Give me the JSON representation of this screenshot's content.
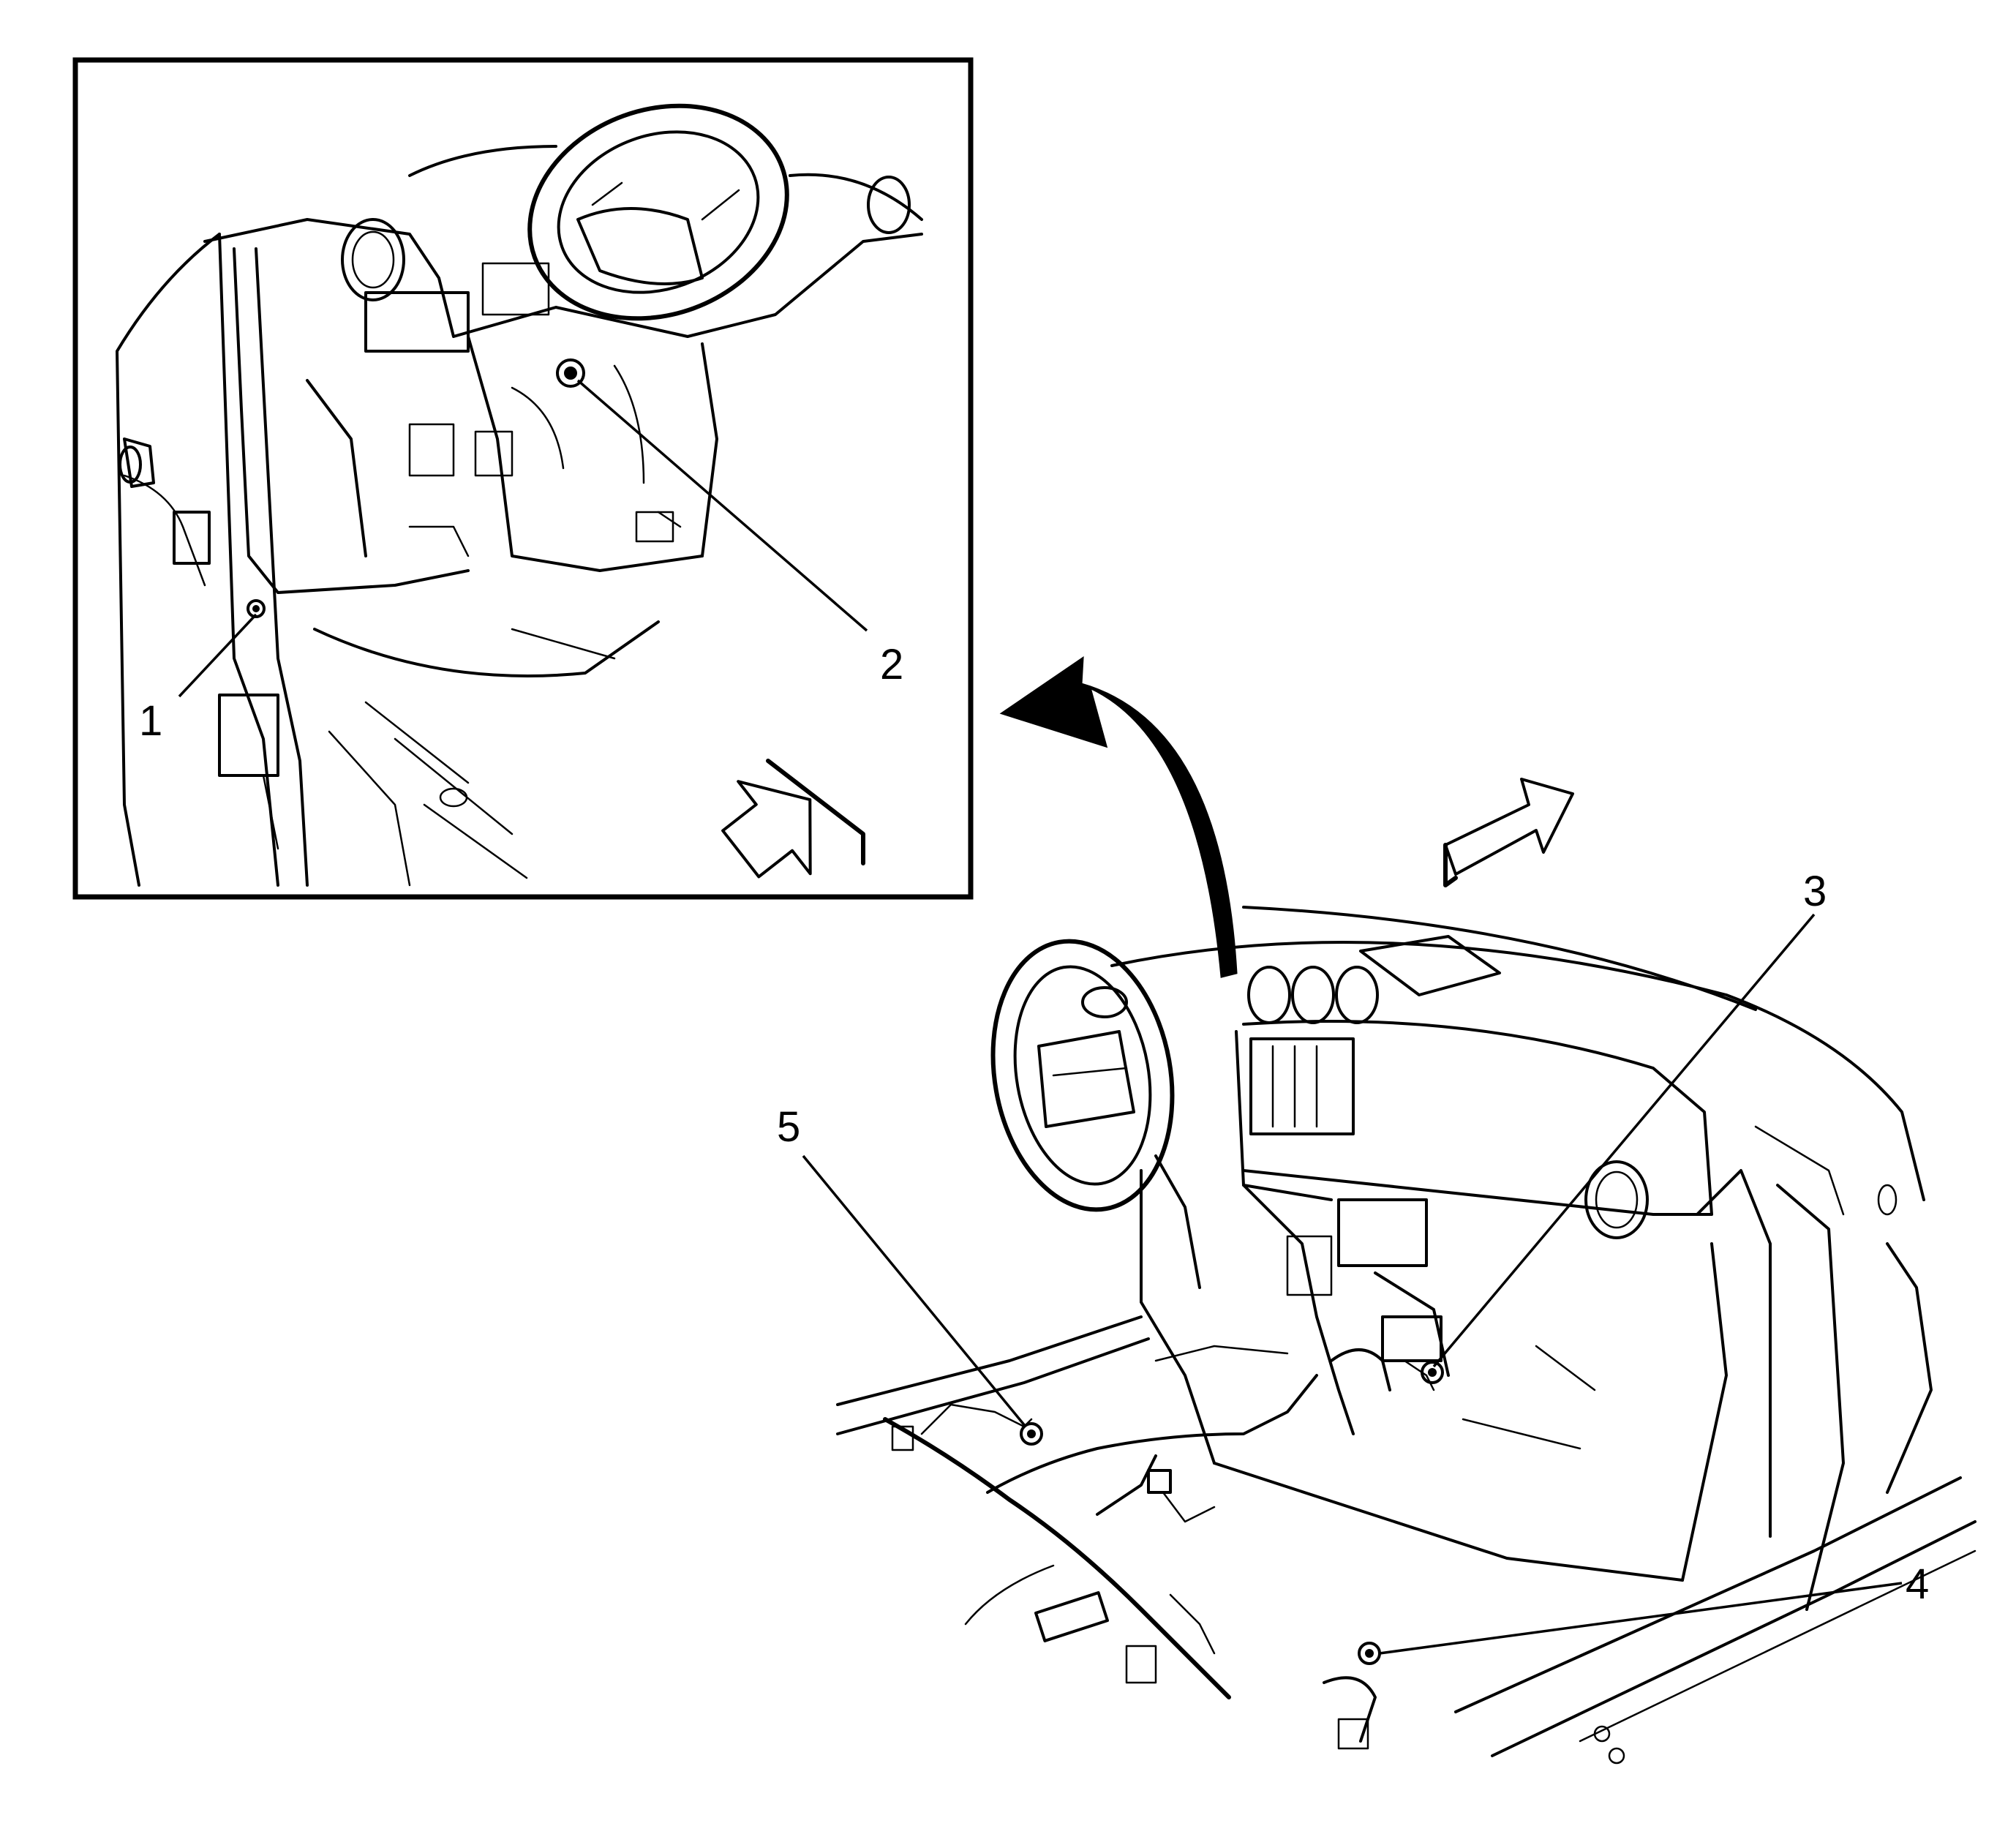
{
  "callouts": {
    "c1": "1",
    "c2": "2",
    "c3": "3",
    "c4": "4",
    "c5": "5"
  },
  "colors": {
    "ink": "#000000",
    "paper": "#ffffff"
  },
  "icons": {
    "direction_arrow": "forward-arrow-icon",
    "zoom_arrow": "curved-arrow-icon",
    "fastener": "bolt-icon"
  }
}
